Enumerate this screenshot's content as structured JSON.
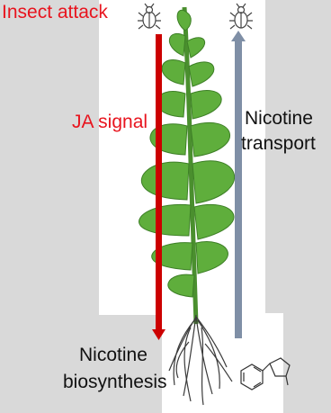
{
  "labels": {
    "insect_attack": "Insect attack",
    "ja_signal": "JA signal",
    "nicotine_transport_line1": "Nicotine",
    "nicotine_transport_line2": "transport",
    "nicotine_biosynthesis_line1": "Nicotine",
    "nicotine_biosynthesis_line2": "biosynthesis"
  },
  "colors": {
    "background": "#d9d9d9",
    "panel": "#ffffff",
    "red_label": "#e8141e",
    "ja_arrow": "#cc0000",
    "transport_arrow": "#7f8fa6",
    "leaf": "#5fae3c",
    "leaf_dark": "#3d7f26",
    "stem": "#4a8f2e",
    "root": "#3a3a3a"
  },
  "icons": {
    "insect_left": "beetle-icon",
    "insect_right": "beetle-icon",
    "molecule": "nicotine-structure-icon"
  }
}
